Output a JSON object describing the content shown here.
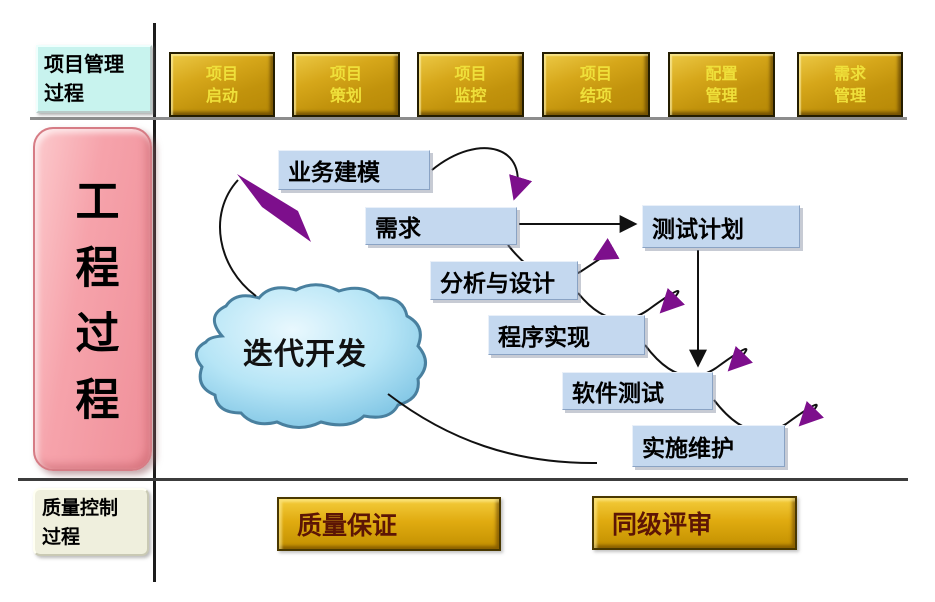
{
  "top_band": {
    "label": {
      "line1": "项目管理",
      "line2": "过程"
    },
    "buttons": [
      {
        "line1": "项目",
        "line2": "启动"
      },
      {
        "line1": "项目",
        "line2": "策划"
      },
      {
        "line1": "项目",
        "line2": "监控"
      },
      {
        "line1": "项目",
        "line2": "结项"
      },
      {
        "line1": "配置",
        "line2": "管理"
      },
      {
        "line1": "需求",
        "line2": "管理"
      }
    ]
  },
  "engineering_band": {
    "label": "工程过程",
    "cloud_label": "迭代开发",
    "flow_boxes": [
      "业务建模",
      "需求",
      "测试计划",
      "分析与设计",
      "程序实现",
      "软件测试",
      "实施维护"
    ]
  },
  "quality_band": {
    "label": {
      "line1": "质量控制",
      "line2": "过程"
    },
    "buttons": [
      "质量保证",
      "同级评审"
    ]
  },
  "colors": {
    "gold_button": "#d6a71a",
    "gold_button_text_top": "#efe03a",
    "gold_button_text_bottom": "#5c1505",
    "flow_box_fill": "#c4d8ef",
    "pink_box_fill": "#f6a3ab",
    "cyan_label_fill": "#c8f3ee",
    "cream_label_fill": "#efefdd",
    "cloud_fill": "#a9dcf2",
    "arrowhead_purple": "#7d0f8c",
    "line_black": "#111111"
  }
}
